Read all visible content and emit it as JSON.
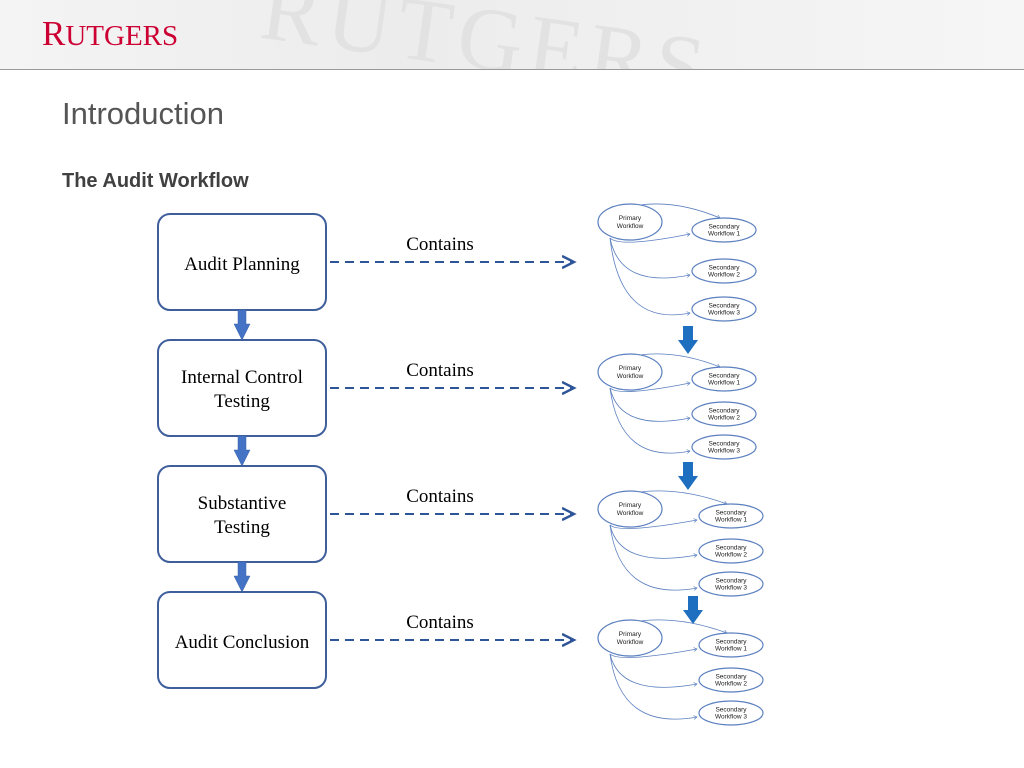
{
  "logo": {
    "text": "RUTGERS"
  },
  "slide": {
    "title": "Introduction",
    "subtitle": "The Audit Workflow"
  },
  "stages": [
    {
      "lines": [
        "Audit Planning"
      ]
    },
    {
      "lines": [
        "Internal Control",
        "Testing"
      ]
    },
    {
      "lines": [
        "Substantive",
        "Testing"
      ]
    },
    {
      "lines": [
        "Audit Conclusion"
      ]
    }
  ],
  "relation_label": "Contains",
  "workflow": {
    "primary": [
      "Primary",
      "Workflow"
    ],
    "secondary": [
      [
        "Secondary",
        "Workflow 1"
      ],
      [
        "Secondary",
        "Workflow 2"
      ],
      [
        "Secondary",
        "Workflow 3"
      ]
    ]
  },
  "colors": {
    "brand": "#cc0033",
    "box_border": "#3f5f9c",
    "arrow": "#4472c4",
    "connector": "#2e5597",
    "ellipse": "#5b7fbf",
    "down_arrow": "#1f6fc0"
  }
}
